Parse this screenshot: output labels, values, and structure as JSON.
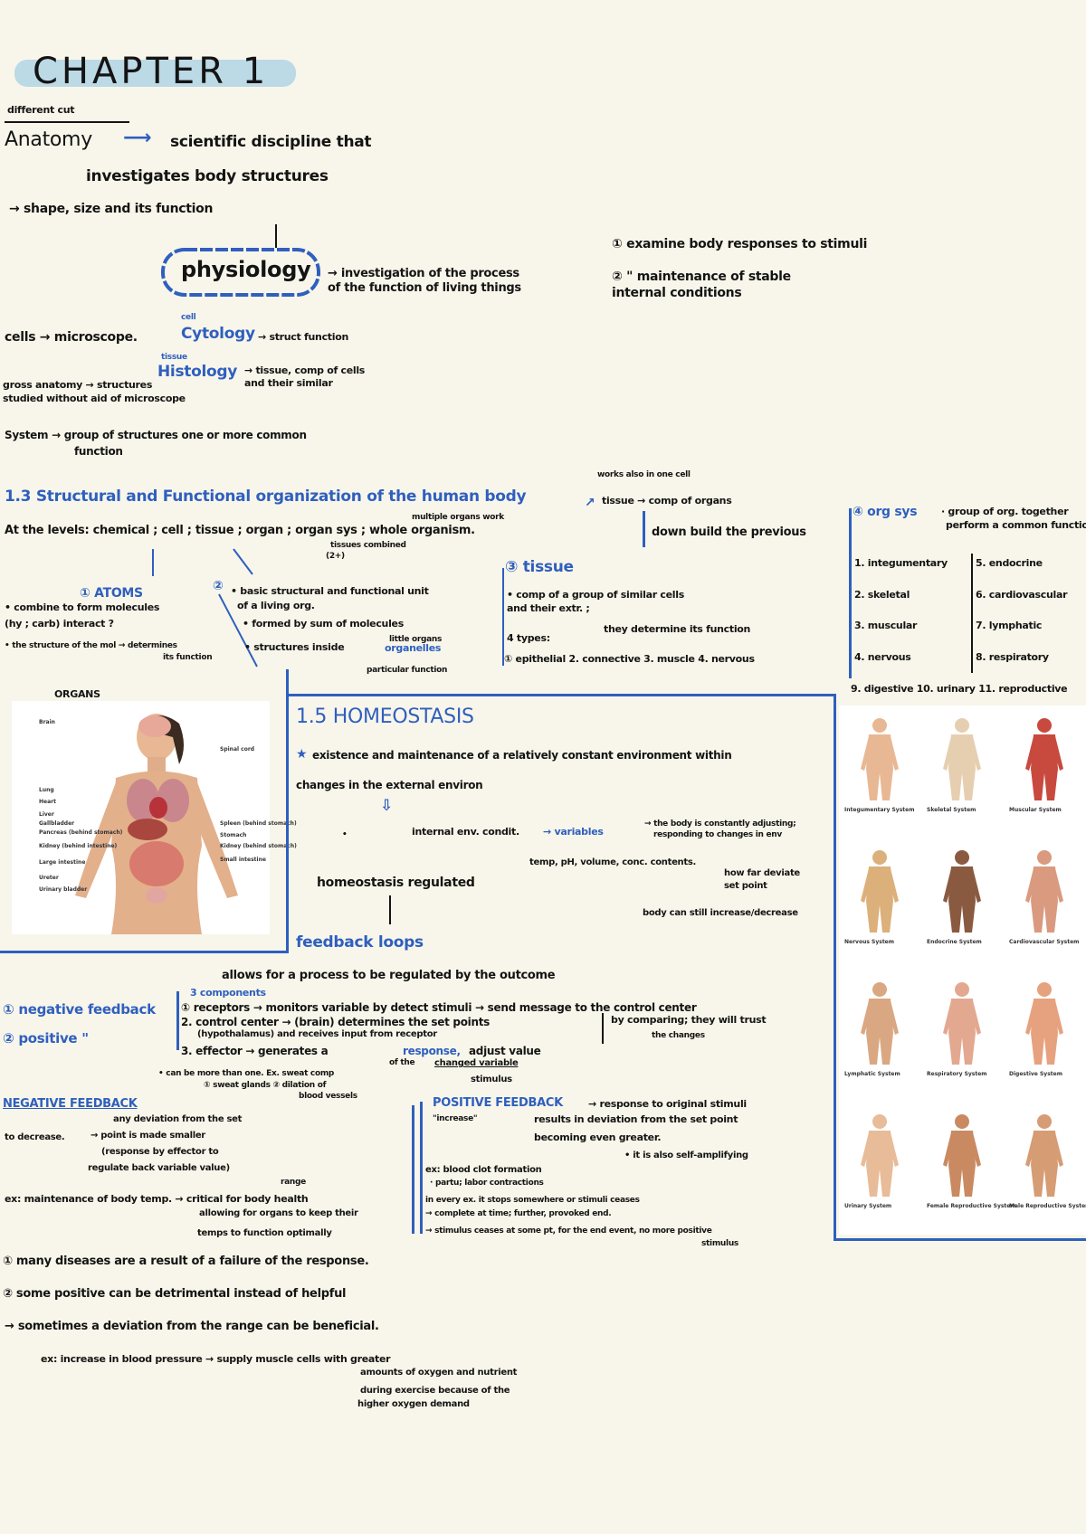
{
  "colors": {
    "ink": "#141414",
    "accent_blue": "#2f5fbf",
    "highlight": "#bcd9e6",
    "paper": "#f8f6ea"
  },
  "title": "CHAPTER 1",
  "anatomy": {
    "note_above": "different cut",
    "term": "Anatomy",
    "def1": "scientific discipline that",
    "def2": "investigates body structures",
    "def3": "→ shape, size and its function"
  },
  "physiology": {
    "term": "physiology",
    "def1": "→ investigation of the process",
    "def2": "of the function of living things",
    "point1": "① examine body responses to stimuli",
    "point2a": "②   \"          maintenance of stable",
    "point2b": "internal conditions"
  },
  "cytology": {
    "note": "cell",
    "term": "Cytology",
    "def": "→ struct function",
    "left": "cells → microscope."
  },
  "histology": {
    "note": "tissue",
    "term": "Histology",
    "def1": "→ tissue, comp of cells",
    "def2": "and their similar"
  },
  "gross": {
    "line1": "gross anatomy → structures",
    "line2": "studied without aid of microscope"
  },
  "system": {
    "line1": "System → group of structures one or more common",
    "line2": "function"
  },
  "section13": {
    "heading": "1.3 Structural and Functional organization of the human body",
    "cell_note": "works also in one cell",
    "tissue_note": "tissue → comp of organs",
    "levels": "At the levels:   chemical ;  cell  ;  tissue  ;  organ ;  organ sys ;  whole organism.",
    "orgsys_note": "multiple organs work",
    "organ_note1": "tissues combined",
    "organ_note2": "(2+)",
    "build": "down build the previous",
    "atoms": {
      "heading": "① ATOMS",
      "l1": "• combine to form molecules",
      "l2": "(hy ; carb) interact ?",
      "l3": "• the structure of the mol → determines",
      "l4": "its function"
    },
    "cell": {
      "num": "②",
      "l1": "• basic structural and functional unit",
      "l2": "of a living org.",
      "l3": "• formed by sum of molecules",
      "l4": "• structures inside",
      "l4b": "organelles",
      "l4note": "little organs",
      "l5": "particular function"
    },
    "tissue": {
      "heading": "③ tissue",
      "l1": "• comp of a group of similar cells",
      "l2": "and their extr. ;",
      "l3": "4 types:",
      "l3b": "they determine its function",
      "l4": "① epithelial   2. connective   3. muscle   4. nervous"
    },
    "orgsys": {
      "heading": "④ org sys",
      "def1": "· group of org. together",
      "def2": "perform a common function",
      "left": [
        "1. integumentary",
        "2. skeletal",
        "3. muscular",
        "4. nervous"
      ],
      "right": [
        "5. endocrine",
        "6. cardiovascular",
        "7. lymphatic",
        "8. respiratory"
      ],
      "extra": "9. digestive   10. urinary   11. reproductive"
    }
  },
  "organs": {
    "label": "ORGANS",
    "labels_left": [
      "Brain",
      "Lung",
      "Heart",
      "Liver",
      "Gallbladder",
      "Pancreas (behind stomach)",
      "Kidney (behind intestine)",
      "Large intestine",
      "Ureter",
      "Urinary bladder"
    ],
    "labels_right": [
      "Spinal cord",
      "Spleen (behind stomach)",
      "Stomach",
      "Kidney (behind stomach)",
      "Small intestine"
    ]
  },
  "systems_figure": {
    "captions": [
      "Integumentary System",
      "Skeletal System",
      "Muscular System",
      "Nervous System",
      "Endocrine System",
      "Cardiovascular System",
      "Lymphatic System",
      "Respiratory System",
      "Digestive System",
      "Urinary System",
      "Female Reproductive System",
      "Male Reproductive System"
    ]
  },
  "homeostasis": {
    "heading": "1.5  HOMEOSTASIS",
    "def1": "existence and maintenance of a relatively constant environment within",
    "def2": "changes in the external environ",
    "internal": "internal env. condit.",
    "variables": "→ variables",
    "adjust1": "→ the body is constantly adjusting;",
    "adjust2": "responding to changes in env",
    "examples": "temp, pH, volume, conc. contents.",
    "deviate1": "how far deviate",
    "deviate2": "set point",
    "regulated": "homeostasis regulated",
    "body_can": "body can still increase/decrease",
    "feedback": "feedback loops",
    "allows": "allows for a process to be regulated by the outcome"
  },
  "feedback": {
    "negative": "① negative  feedback",
    "positive": "② positive    \"",
    "components": "3 components",
    "c1": "① receptors → monitors variable  by  detect stimuli → send message to the control center",
    "c2": "2. control center → (brain) determines the set points",
    "c2b": "(hypothalamus)       and  receives  input  from receptor",
    "c2note1": "by comparing; they will trust",
    "c2note2": "the changes",
    "c3": "3. effector → generates a",
    "c3resp": "response,",
    "c3b": "adjust value",
    "c3c": "of the",
    "c3d": "changed variable",
    "stimulus": "stimulus",
    "more1": "• can be more than one. Ex. sweat comp",
    "more2": "① sweat glands  ② dilation of",
    "more3": "blood vessels"
  },
  "negative_feedback": {
    "heading": "NEGATIVE  FEEDBACK",
    "l0": "to decrease.",
    "l1": "any deviation from the set",
    "l2": "→ point is made smaller",
    "l3": "(response by effector to",
    "l4": "regulate back variable value)",
    "range": "range",
    "ex1": "ex: maintenance of body temp. → critical for body health",
    "ex2": "allowing for organs to keep their",
    "ex3": "temps to function optimally"
  },
  "positive_feedback": {
    "heading": "POSITIVE  FEEDBACK",
    "def1": "→ response to original stimuli",
    "increase": "\"increase\"",
    "def2": "results in deviation from the set point",
    "def3": "becoming even greater.",
    "def4": "• it is also self-amplifying",
    "ex1": "ex: blood clot formation",
    "ex2": "· partu; labor contractions",
    "ex3": "in every ex. it stops somewhere or stimuli ceases",
    "ex4": "→ complete at time; further, provoked end.",
    "ex5": "→ stimulus ceases at some pt, for the end event, no more positive",
    "ex6": "stimulus"
  },
  "bottom": {
    "n1": "① many diseases are a result of a failure of the response.",
    "n2": "② some positive can be detrimental instead of helpful",
    "n3": "→ sometimes a deviation from the range can be beneficial.",
    "ex1": "ex: increase  in  blood  pressure → supply  muscle cells with greater",
    "ex2": "amounts of oxygen and nutrient",
    "ex3": "during exercise because of the",
    "ex4": "higher oxygen demand"
  }
}
